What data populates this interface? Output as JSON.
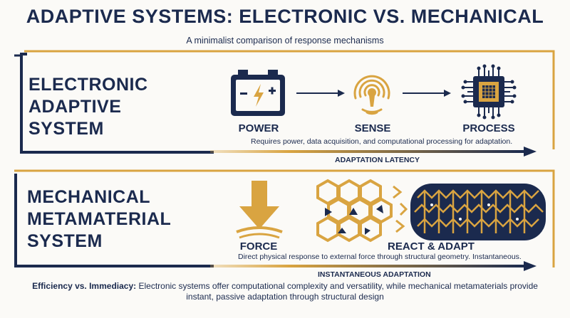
{
  "header": {
    "title": "ADAPTIVE SYSTEMS: ELECTRONIC VS. MECHANICAL",
    "subtitle": "A minimalist comparison of response mechanisms"
  },
  "electronic": {
    "label_lines": [
      "ELECTRONIC",
      "ADAPTIVE",
      "SYSTEM"
    ],
    "steps": [
      {
        "label": "POWER",
        "icon": "battery-icon"
      },
      {
        "label": "SENSE",
        "icon": "sensor-icon"
      },
      {
        "label": "PROCESS",
        "icon": "microchip-icon"
      }
    ],
    "description": "Requires power, data acquisition, and computational processing for adaptation.",
    "arrow_label": "ADAPTATION LATENCY"
  },
  "mechanical": {
    "label_lines": [
      "MECHANICAL",
      "METAMATERIAL",
      "SYSTEM"
    ],
    "steps": [
      {
        "label": "FORCE",
        "icon": "force-arrow-icon"
      },
      {
        "label": "REACT & ADAPT",
        "icon": "metamaterial-lattice-icon"
      }
    ],
    "description": "Direct physical response to external force through structural geometry. Instantaneous.",
    "arrow_label": "INSTANTANEOUS ADAPTATION"
  },
  "footer": {
    "lead": "Efficiency vs. Immediacy:",
    "text": " Electronic systems offer computational complexity and versatility, while mechanical metamaterials provide instant, passive adaptation through structural design"
  },
  "colors": {
    "navy": "#1b2a4e",
    "gold": "#d9a441"
  }
}
